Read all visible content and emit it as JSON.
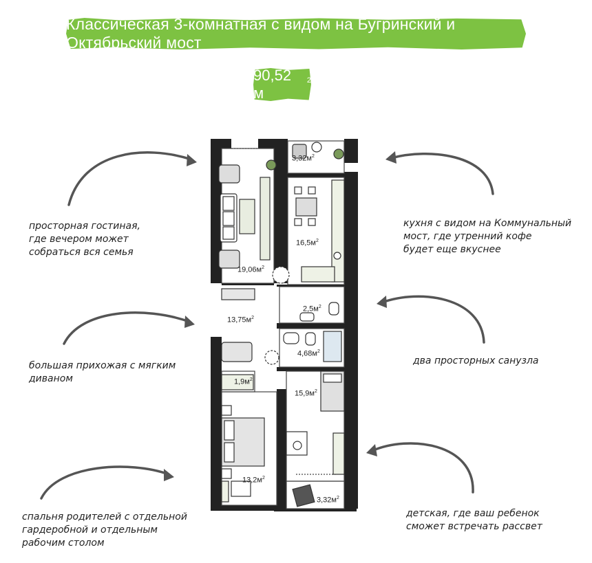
{
  "title": "Классическая 3-комнатная с видом на Бугринский и Октябрьский мост",
  "total_area": {
    "value": "90,52 м",
    "unit_sup": "2"
  },
  "notes": {
    "living": [
      "просторная гостиная,",
      "где вечером может",
      "собраться вся семья"
    ],
    "kitchen": [
      "кухня с видом на  Коммунальный",
      "мост, где утренний кофе",
      "будет еще вкуснее"
    ],
    "hall": [
      "большая прихожая с мягким",
      "диваном"
    ],
    "bathrooms": [
      "два просторных санузла"
    ],
    "parents": [
      "спальня родителей с отдельной",
      "гардеробной и отдельным",
      "рабочим столом"
    ],
    "kids": [
      "детская, где ваш ребенок",
      "сможет встречать рассвет"
    ]
  },
  "rooms": {
    "balcony_top": {
      "value": "3,32м",
      "sup": "2"
    },
    "kitchen": {
      "value": "16,5м",
      "sup": "2"
    },
    "living": {
      "value": "19,06м",
      "sup": "2"
    },
    "wc_small": {
      "value": "2,5м",
      "sup": "2"
    },
    "hall": {
      "value": "13,75м",
      "sup": "2"
    },
    "bath": {
      "value": "4,68м",
      "sup": "2"
    },
    "wardrobe": {
      "value": "1,9м",
      "sup": "2"
    },
    "kids": {
      "value": "15,9м",
      "sup": "2"
    },
    "bedroom": {
      "value": "13,2м",
      "sup": "2"
    },
    "balcony_bottom": {
      "value": "3,32м",
      "sup": "2"
    }
  },
  "colors": {
    "accent": "#7dc242",
    "wall": "#222222",
    "arrow": "#555555"
  }
}
